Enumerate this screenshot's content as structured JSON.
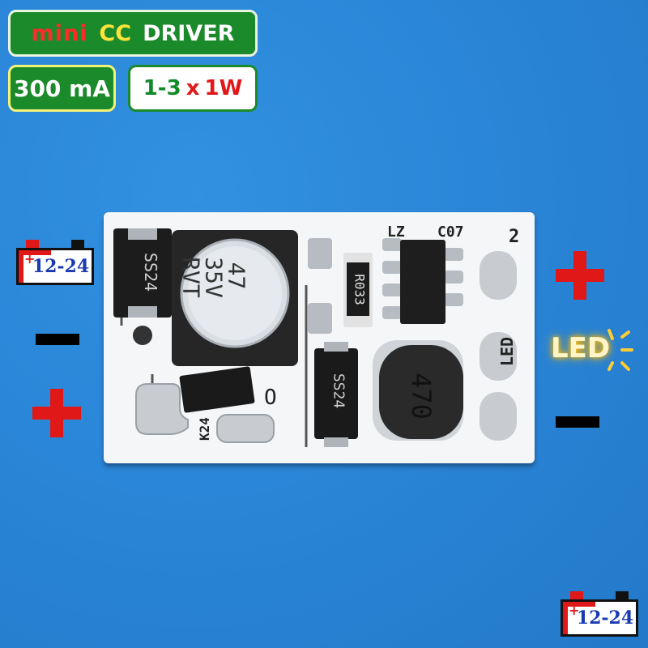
{
  "header": {
    "title_word_mini": "mini",
    "title_word_cc": "CC",
    "title_word_driver": "DRIVER",
    "current": "300 mA",
    "led_count_range": "1-3",
    "led_count_x": "x",
    "led_power": "1W"
  },
  "input_battery_left": {
    "voltage": "12-24"
  },
  "input_battery_bottom": {
    "voltage": "12-24"
  },
  "led_output_label": "LED",
  "board": {
    "silk_lz": "LZ",
    "silk_c07": "C07",
    "silk_pad_2": "2",
    "silk_led": "LED",
    "silk_k24": "K24",
    "silk_o": "O",
    "cap_value": "47",
    "cap_voltage": "35V",
    "cap_series": "RVT",
    "diode_1": "SS24",
    "diode_2": "SS24",
    "resistor": "R033",
    "inductor": "470"
  },
  "colors": {
    "background": "#2a86d8",
    "badge_green": "#1a8a2a",
    "plus_red": "#e01818",
    "minus_black": "#000000",
    "board_white": "#f4f6f8"
  }
}
